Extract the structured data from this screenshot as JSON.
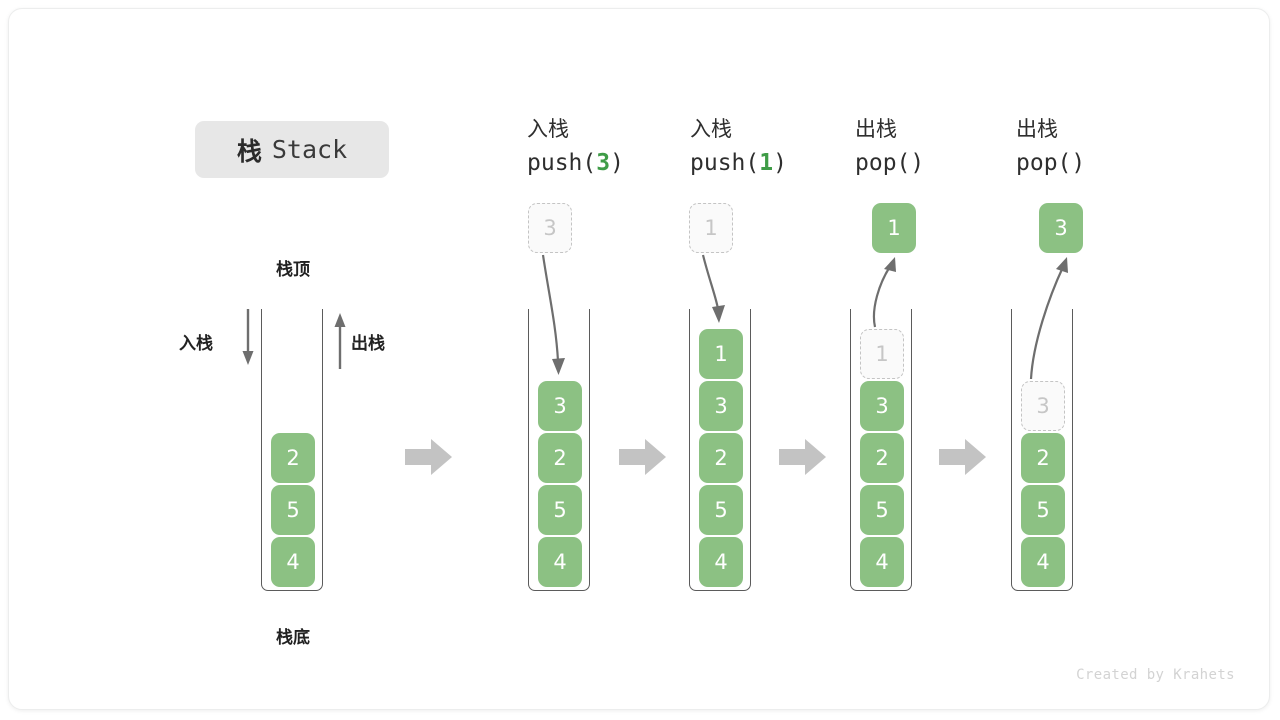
{
  "title": {
    "cn": "栈",
    "en": "Stack"
  },
  "legend": {
    "top_label": "栈顶",
    "bottom_label": "栈底",
    "push_label": "入栈",
    "pop_label": "出栈"
  },
  "initial_stack": {
    "name": "initial",
    "cells": [
      {
        "value": "2",
        "state": "solid"
      },
      {
        "value": "5",
        "state": "solid"
      },
      {
        "value": "4",
        "state": "solid"
      }
    ]
  },
  "stages": [
    {
      "op": "入栈",
      "call_prefix": "push(",
      "call_arg": "3",
      "call_suffix": ")",
      "kind": "push",
      "float_cell": {
        "value": "3",
        "state": "ghost"
      },
      "cells": [
        {
          "value": "3",
          "state": "solid"
        },
        {
          "value": "2",
          "state": "solid"
        },
        {
          "value": "5",
          "state": "solid"
        },
        {
          "value": "4",
          "state": "solid"
        }
      ]
    },
    {
      "op": "入栈",
      "call_prefix": "push(",
      "call_arg": "1",
      "call_suffix": ")",
      "kind": "push",
      "float_cell": {
        "value": "1",
        "state": "ghost"
      },
      "cells": [
        {
          "value": "1",
          "state": "solid"
        },
        {
          "value": "3",
          "state": "solid"
        },
        {
          "value": "2",
          "state": "solid"
        },
        {
          "value": "5",
          "state": "solid"
        },
        {
          "value": "4",
          "state": "solid"
        }
      ]
    },
    {
      "op": "出栈",
      "call_prefix": "pop(",
      "call_arg": "",
      "call_suffix": ")",
      "kind": "pop",
      "float_cell": {
        "value": "1",
        "state": "solid"
      },
      "cells": [
        {
          "value": "1",
          "state": "ghost"
        },
        {
          "value": "3",
          "state": "solid"
        },
        {
          "value": "2",
          "state": "solid"
        },
        {
          "value": "5",
          "state": "solid"
        },
        {
          "value": "4",
          "state": "solid"
        }
      ]
    },
    {
      "op": "出栈",
      "call_prefix": "pop(",
      "call_arg": "",
      "call_suffix": ")",
      "kind": "pop",
      "float_cell": {
        "value": "3",
        "state": "solid"
      },
      "cells": [
        {
          "value": "",
          "state": "empty"
        },
        {
          "value": "3",
          "state": "ghost"
        },
        {
          "value": "2",
          "state": "solid"
        },
        {
          "value": "5",
          "state": "solid"
        },
        {
          "value": "4",
          "state": "solid"
        }
      ]
    }
  ],
  "watermark": "Created by Krahets",
  "colors": {
    "cell_green": "#8cc183",
    "accent_green": "#3f9c47",
    "ghost_gray": "#c6c6c6",
    "arrow_gray": "#c0c0c0",
    "line_gray": "#6e6e6e",
    "chip_gray": "#e7e7e7"
  }
}
